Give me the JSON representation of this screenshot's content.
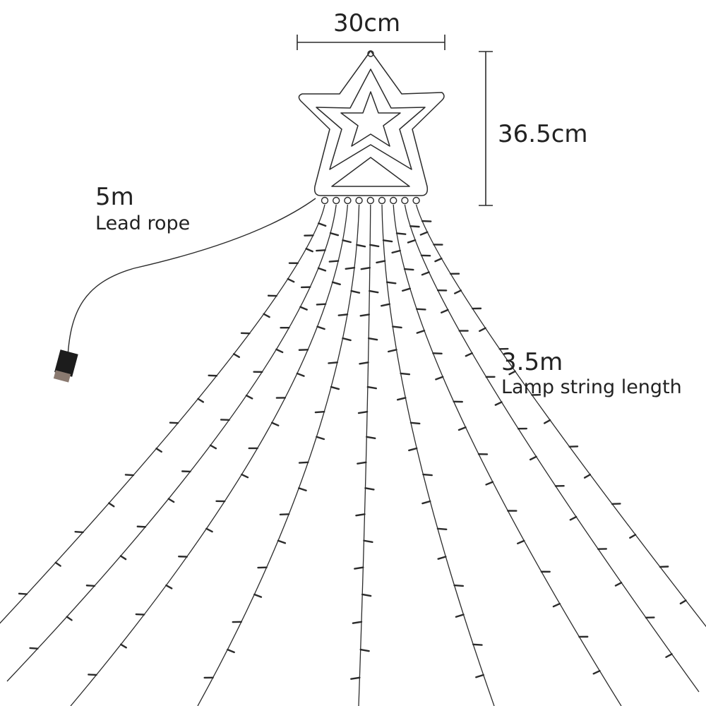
{
  "labels": {
    "width": "30cm",
    "height": "36.5cm",
    "lead_length": "5m",
    "lead_desc": "Lead rope",
    "string_length": "3.5m",
    "string_desc": "Lamp string length"
  },
  "icons": [
    "star-topper-icon",
    "plug-icon",
    "lamp-string-icon"
  ],
  "colors": {
    "line": "#2b2b2b",
    "plug": "#1c1c1c",
    "plug_tip": "#8a7a70"
  },
  "strand_count": 9
}
